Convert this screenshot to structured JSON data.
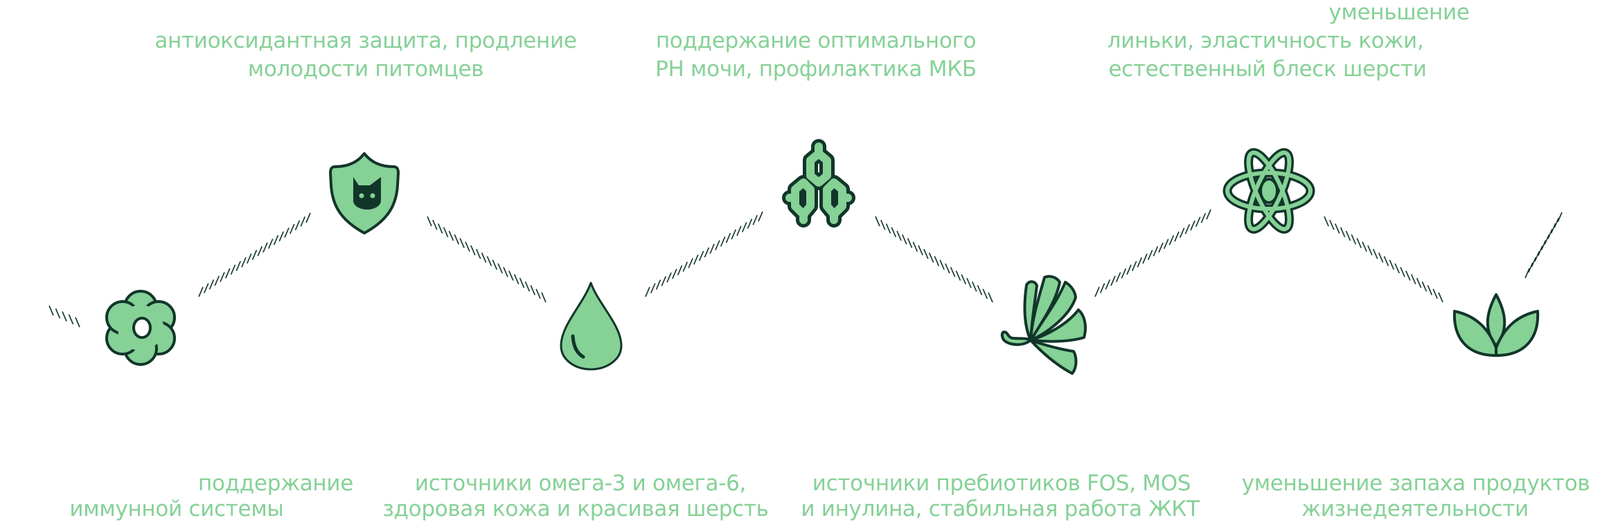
{
  "colors": {
    "text": "#85d196",
    "icon_fill": "#85d196",
    "outline": "#12352a"
  },
  "benefits": [
    {
      "icon": "flower-icon",
      "lines": [
        "поддержание",
        "иммунной системы"
      ]
    },
    {
      "icon": "shield-cat-icon",
      "lines": [
        "антиоксидантная защита, продление",
        "молодости питомцев"
      ]
    },
    {
      "icon": "drop-icon",
      "lines": [
        "источники омега-3 и омега-6,",
        "здоровая кожа и красивая шерсть"
      ]
    },
    {
      "icon": "molecule-icon",
      "lines": [
        "поддержание оптимального",
        "РН мочи, профилактика МКБ"
      ]
    },
    {
      "icon": "ginkgo-leaf-icon",
      "lines": [
        "источники пребиотиков FOS, MOS",
        "и инулина, стабильная работа ЖКТ"
      ]
    },
    {
      "icon": "atom-icon",
      "lines": [
        "уменьшение",
        "линьки, эластичность кожи,",
        "естественный блеск шерсти"
      ]
    },
    {
      "icon": "lotus-icon",
      "lines": [
        "уменьшение запаха продуктов",
        "жизнедеятельности"
      ]
    }
  ]
}
